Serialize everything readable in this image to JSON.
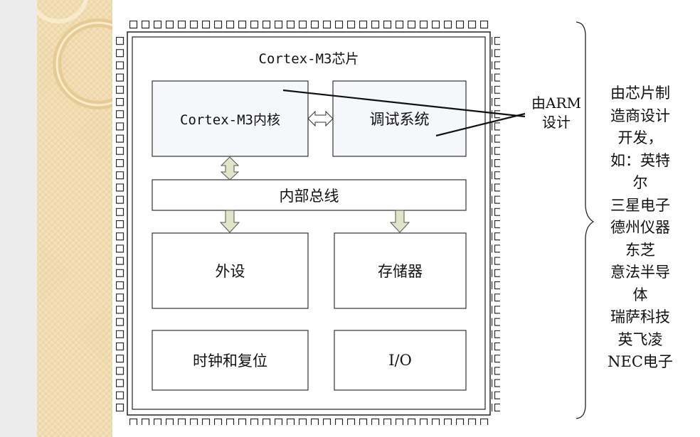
{
  "chip": {
    "title": "Cortex-M3芯片",
    "core": "Cortex-M3内核",
    "debug": "调试系统",
    "bus": "内部总线",
    "peripheral": "外设",
    "memory": "存储器",
    "clock_reset": "时钟和复位",
    "io": "I/O"
  },
  "annotations": {
    "arm_design": [
      "由ARM",
      "设计"
    ],
    "manufacturer_lines": [
      "由芯片制",
      "造商设计",
      "开发，",
      "如：英特",
      "尔",
      "三星电子",
      "德州仪器",
      "东芝",
      "意法半导",
      "体",
      "瑞萨科技",
      "英飞凌",
      "NEC电子"
    ]
  },
  "colors": {
    "background_stripe": "#f0dcae",
    "block_fill": "#f5f7fa",
    "arrow_fill": "#dfe6c8"
  }
}
